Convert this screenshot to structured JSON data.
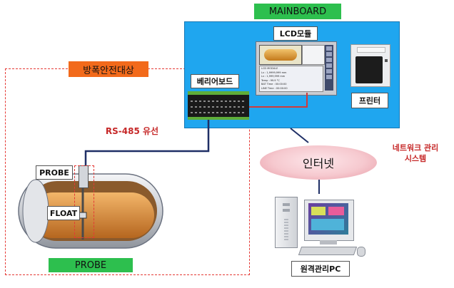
{
  "mainboard": {
    "label": "MAINBOARD"
  },
  "lcd_module": {
    "label": "LCD모듈",
    "screen_lines": [
      "LCD MODULE",
      "Lv : 1,9999,999 mm",
      "Lv : 1,999,999 mm",
      "Temp : 99.9 °C",
      "BAT Time : 00:00:00",
      "LINE Time : 00:00:00"
    ]
  },
  "barrier_board": {
    "label": "베리어보드"
  },
  "printer": {
    "label": "프린터"
  },
  "explosion_zone": {
    "label": "방폭안전대상"
  },
  "cable": {
    "label": "RS-485 유선"
  },
  "tank": {
    "probe_label": "PROBE",
    "float_label": "FLOAT",
    "bottom_label": "PROBE"
  },
  "internet": {
    "label": "인터넷"
  },
  "network_system": {
    "line1": "네트워크 관리",
    "line2": "시스템"
  },
  "remote_pc": {
    "label": "원격관리PC"
  },
  "colors": {
    "mainboard_bg": "#1fa6ef",
    "zone_dash": "#e53935",
    "zone_label_bg": "#f26a1b",
    "green": "#2dbf4e",
    "cable": "#1f2f66",
    "lcd_link": "#d23a3a",
    "internet_fill": "#f6c9cf"
  }
}
